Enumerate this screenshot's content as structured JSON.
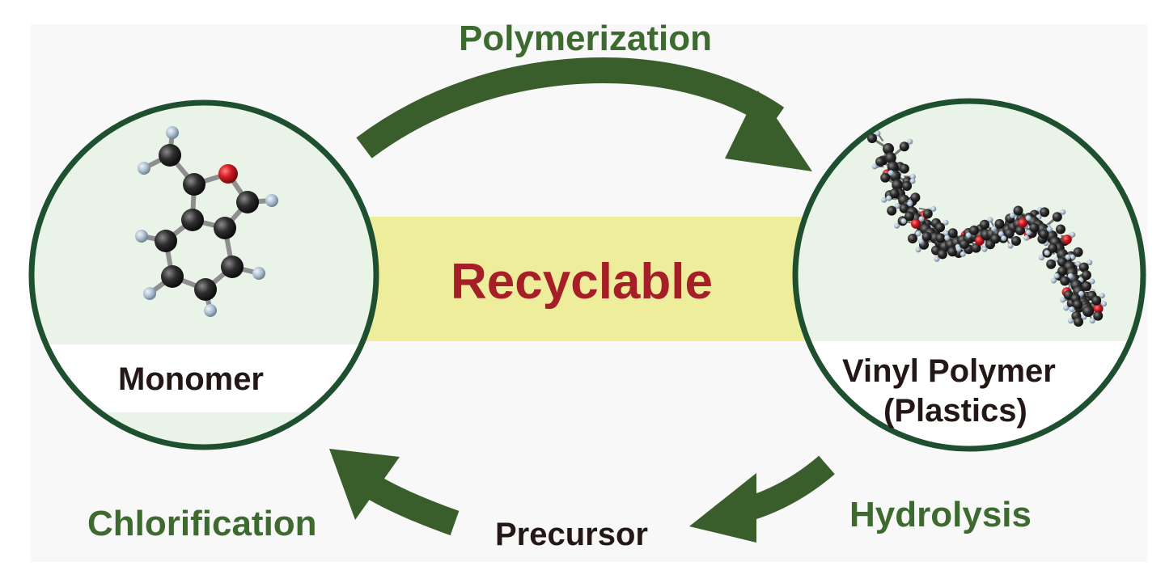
{
  "diagram": {
    "center_label": "Recyclable",
    "top_arrow_label": "Polymerization",
    "left_node": {
      "label": "Monomer"
    },
    "right_node": {
      "label_line1": "Vinyl Polymer",
      "label_line2": "(Plastics)"
    },
    "bottom_node": {
      "label": "Precursor"
    },
    "bottom_right_arrow_label": "Hydrolysis",
    "bottom_left_arrow_label": "Chlorification"
  },
  "colors": {
    "arrow": "#3a5e2b",
    "circle_border": "#1e5030",
    "label_green": "#3c6a2f",
    "recyclable_red": "#a61f28",
    "band_yellow": "#eded9c",
    "circle_fill": "#e9f3e7",
    "atom_carbon": "#2a2a2a",
    "atom_hydrogen": "#a9bccd",
    "atom_oxygen": "#d01a22"
  }
}
